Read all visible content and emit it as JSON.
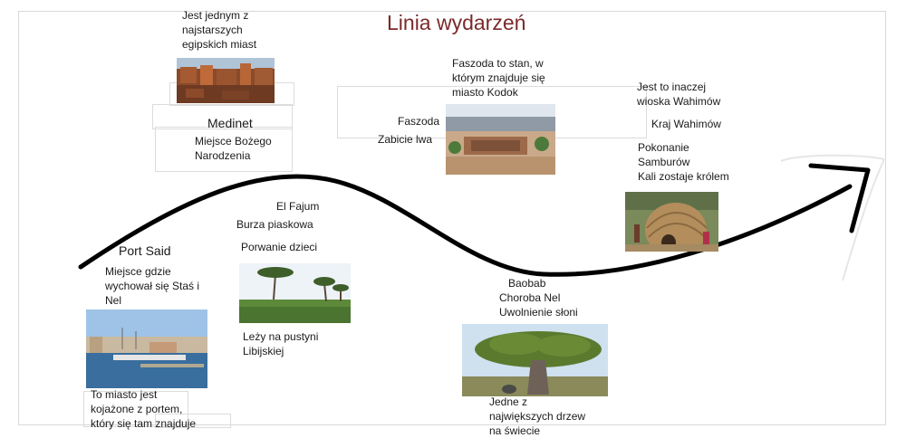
{
  "title": "Linia wydarzeń",
  "nodes": {
    "port_said": {
      "name": "Port Said",
      "desc": [
        "Miejsce gdzie",
        "wychował się Staś i",
        "Nel"
      ],
      "note": [
        "To miasto jest",
        "kojażone z portem,",
        "który się tam  znajduje"
      ],
      "image_icon": "harbor-photo"
    },
    "medinet": {
      "top": [
        "Jest jednym z",
        "najstarszych",
        "egipskich miast"
      ],
      "name": "Medinet",
      "desc": [
        "Miejsce Bożego",
        "Narodzenia"
      ],
      "image_icon": "old-city-photo"
    },
    "el_fajum": {
      "name": "El Fajum",
      "events": [
        "Burza piaskowa",
        "Porwanie dzieci"
      ],
      "note": [
        "Leży na pustyni",
        "Libijskiej"
      ],
      "image_icon": "oasis-palms-photo"
    },
    "faszoda": {
      "top": [
        "Faszoda to stan, w",
        "którym znajduje się",
        "miasto Kodok"
      ],
      "name": "Faszoda",
      "event": "Zabicie lwa",
      "image_icon": "town-photo"
    },
    "baobab": {
      "items": [
        "Baobab",
        "Choroba Nel",
        "Uwolnienie słoni"
      ],
      "note": [
        "Jedne z",
        "największych drzew",
        "na świecie"
      ],
      "image_icon": "baobab-tree-photo"
    },
    "wahimowie": {
      "top": [
        "Jest to inaczej",
        "wioska Wahimów"
      ],
      "name": "Kraj Wahimów",
      "events": [
        "Pokonanie",
        "Samburów",
        "Kali zostaje królem"
      ],
      "image_icon": "grass-hut-photo"
    }
  },
  "colors": {
    "title": "#7b2a2a",
    "curve": "#000000",
    "frame": "#dcdcdc"
  }
}
